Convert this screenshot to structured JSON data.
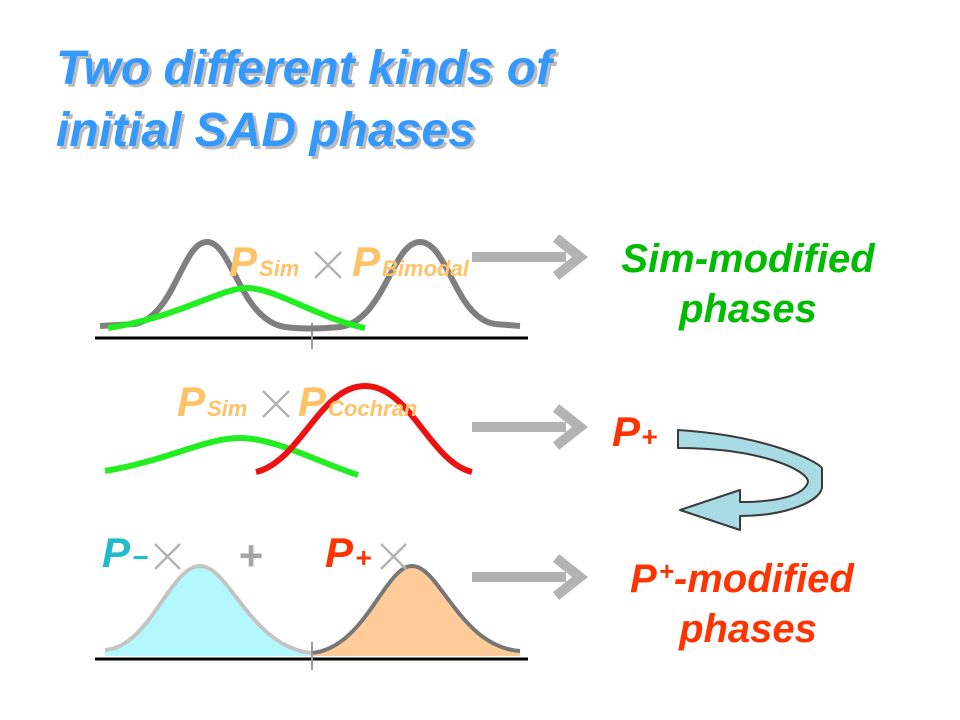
{
  "title": {
    "line1": "Two different kinds of",
    "line2": "initial SAD phases"
  },
  "row1": {
    "p_left": "P",
    "sub_left": "Sim",
    "p_right": "P",
    "sub_right": "Bimodal",
    "result_line1": "Sim-modified",
    "result_line2": "phases"
  },
  "row2": {
    "p_left": "P",
    "sub_left": "Sim",
    "p_right": "P",
    "sub_right": "Cochran",
    "result_p": "P",
    "result_sub": "+"
  },
  "row3": {
    "p_minus": "P",
    "sub_minus": "−",
    "plus_sign": "+",
    "p_plus": "P",
    "sub_plus": "+",
    "result_p": "P",
    "result_sub": "+",
    "result_suffix": "-modified",
    "result_line2": "phases"
  },
  "colors": {
    "title": "#3399ff",
    "gray_curve": "#7f7f7f",
    "green_curve": "#22ee22",
    "red_curve": "#ee1111",
    "orange_label": "#ffc266",
    "green_text": "#00bb00",
    "red_text": "#ff3300",
    "cyan_text": "#22bbcc",
    "cyan_fill": "#b3f7ff",
    "peach_fill": "#ffcc99",
    "arrow": "#b3b3b3",
    "curved_arrow": "#a8dbe3"
  }
}
